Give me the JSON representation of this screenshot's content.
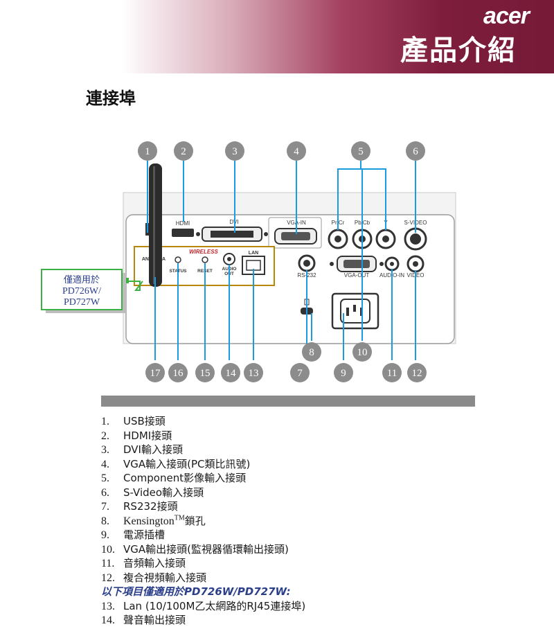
{
  "header": {
    "brand": "acer",
    "title": "產品介紹"
  },
  "section_title": "連接埠",
  "diagram": {
    "callouts_top": [
      "1",
      "2",
      "3",
      "4",
      "5",
      "6"
    ],
    "callouts_bottom": [
      "17",
      "16",
      "15",
      "14",
      "13",
      "7",
      "9",
      "11",
      "12"
    ],
    "callouts_mid": [
      "8",
      "10"
    ],
    "port_labels": {
      "hdmi": "HDMI",
      "dvi": "DVI",
      "vga_in": "VGA-IN",
      "prcr": "Pr/Cr",
      "pbcb": "Pb/Cb",
      "y": "Y",
      "svideo": "S-VIDEO",
      "rs232": "RS-232",
      "vga_out": "VGA-OUT",
      "audio_in": "AUDIO-IN",
      "video": "VIDEO",
      "wireless": "WIRELESS",
      "antenna": "ANTENNA",
      "status": "STATUS",
      "reset": "RESET",
      "audio_out_1": "AUDIO",
      "audio_out_2": "OUT",
      "lan": "LAN"
    },
    "model_note": [
      "僅適用於",
      "PD726W/",
      "PD727W"
    ]
  },
  "ports": [
    {
      "num": "1.",
      "text": "USB接頭"
    },
    {
      "num": "2.",
      "text": "HDMI接頭"
    },
    {
      "num": "3.",
      "text": "DVI輸入接頭"
    },
    {
      "num": "4.",
      "text": "VGA輸入接頭(PC類比訊號)"
    },
    {
      "num": "5.",
      "text": "Component影像輸入接頭"
    },
    {
      "num": "6.",
      "text": "S-Video輸入接頭"
    },
    {
      "num": "7.",
      "text": "RS232接頭"
    },
    {
      "num": "8.",
      "text": "Kensington",
      "sup": "TM",
      "suffix": "鎖孔"
    },
    {
      "num": "9.",
      "text": "電源插槽"
    },
    {
      "num": "10.",
      "text": "VGA輸出接頭(監視器循環輸出接頭)"
    },
    {
      "num": "11.",
      "text": "音頻輸入接頭"
    },
    {
      "num": "12.",
      "text": "複合視頻輸入接頭"
    }
  ],
  "note": "以下項目僅適用於PD726W/PD727W:",
  "ports_extra": [
    {
      "num": "13.",
      "text": "Lan (10/100M乙太網路的RJ45連接埠)"
    },
    {
      "num": "14.",
      "text": "聲音輸出接頭"
    }
  ],
  "colors": {
    "header_dark": "#7e1d3c",
    "callout_gray": "#8c8c8c",
    "leader_blue": "#1a9be0",
    "wireless_border": "#b8860b",
    "note_green": "#3cb043",
    "note_blue": "#2a3e8a"
  }
}
